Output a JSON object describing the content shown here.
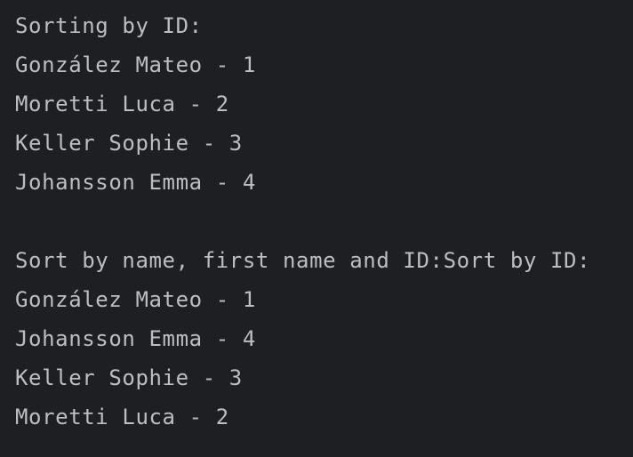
{
  "console": {
    "lines": [
      "Sorting by ID:",
      "González Mateo - 1",
      "Moretti Luca - 2",
      "Keller Sophie - 3",
      "Johansson Emma - 4",
      "",
      "Sort by name, first name and ID:Sort by ID:",
      "González Mateo - 1",
      "Johansson Emma - 4",
      "Keller Sophie - 3",
      "Moretti Luca - 2"
    ]
  },
  "colors": {
    "background": "#1e1f22",
    "text": "#bcbec4"
  }
}
